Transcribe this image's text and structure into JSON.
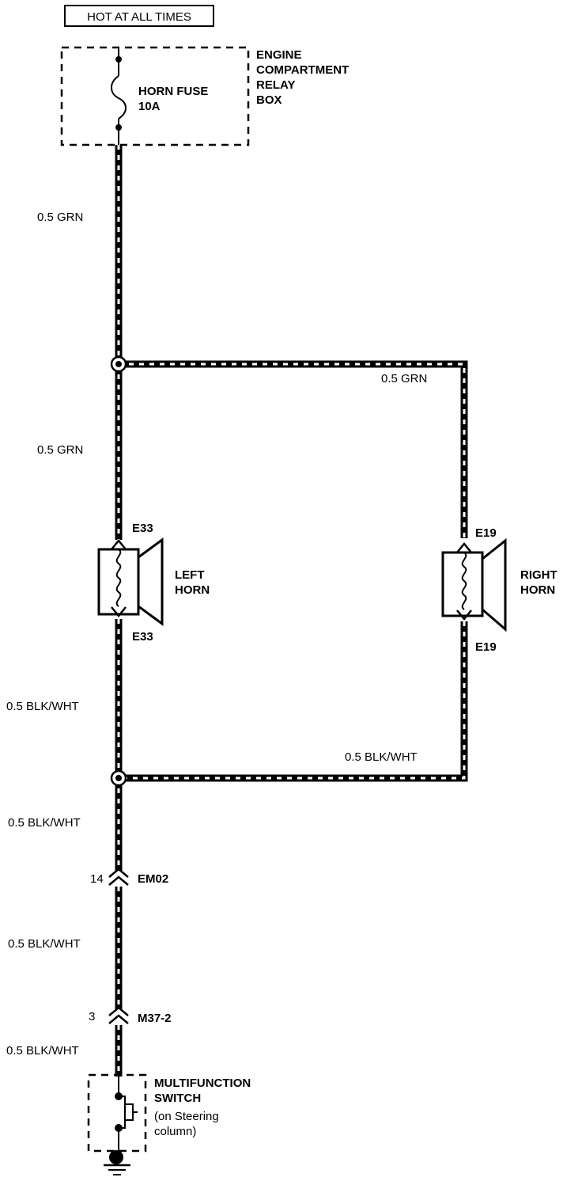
{
  "header": {
    "hot_label": "HOT AT ALL TIMES"
  },
  "fuse": {
    "name": "HORN FUSE",
    "rating": "10A",
    "box_label": [
      "ENGINE",
      "COMPARTMENT",
      "RELAY",
      "BOX"
    ]
  },
  "wires": {
    "fuse_to_splice": "0.5 GRN",
    "splice_to_right": "0.5 GRN",
    "splice_to_left_horn": "0.5 GRN",
    "left_horn_to_splice": "0.5 BLK/WHT",
    "right_to_splice": "0.5 BLK/WHT",
    "splice_to_em02": "0.5 BLK/WHT",
    "em02_to_m37": "0.5 BLK/WHT",
    "m37_to_switch": "0.5 BLK/WHT"
  },
  "left_horn": {
    "label": [
      "LEFT",
      "HORN"
    ],
    "connector_top": "E33",
    "connector_bottom": "E33"
  },
  "right_horn": {
    "label": [
      "RIGHT",
      "HORN"
    ],
    "connector_top": "E19",
    "connector_bottom": "E19"
  },
  "connectors": {
    "em02": {
      "name": "EM02",
      "pin": "14"
    },
    "m37": {
      "name": "M37-2",
      "pin": "3"
    }
  },
  "switch": {
    "label": [
      "MULTIFUNCTION",
      "SWITCH"
    ],
    "sub": [
      "(on Steering",
      "column)"
    ]
  }
}
